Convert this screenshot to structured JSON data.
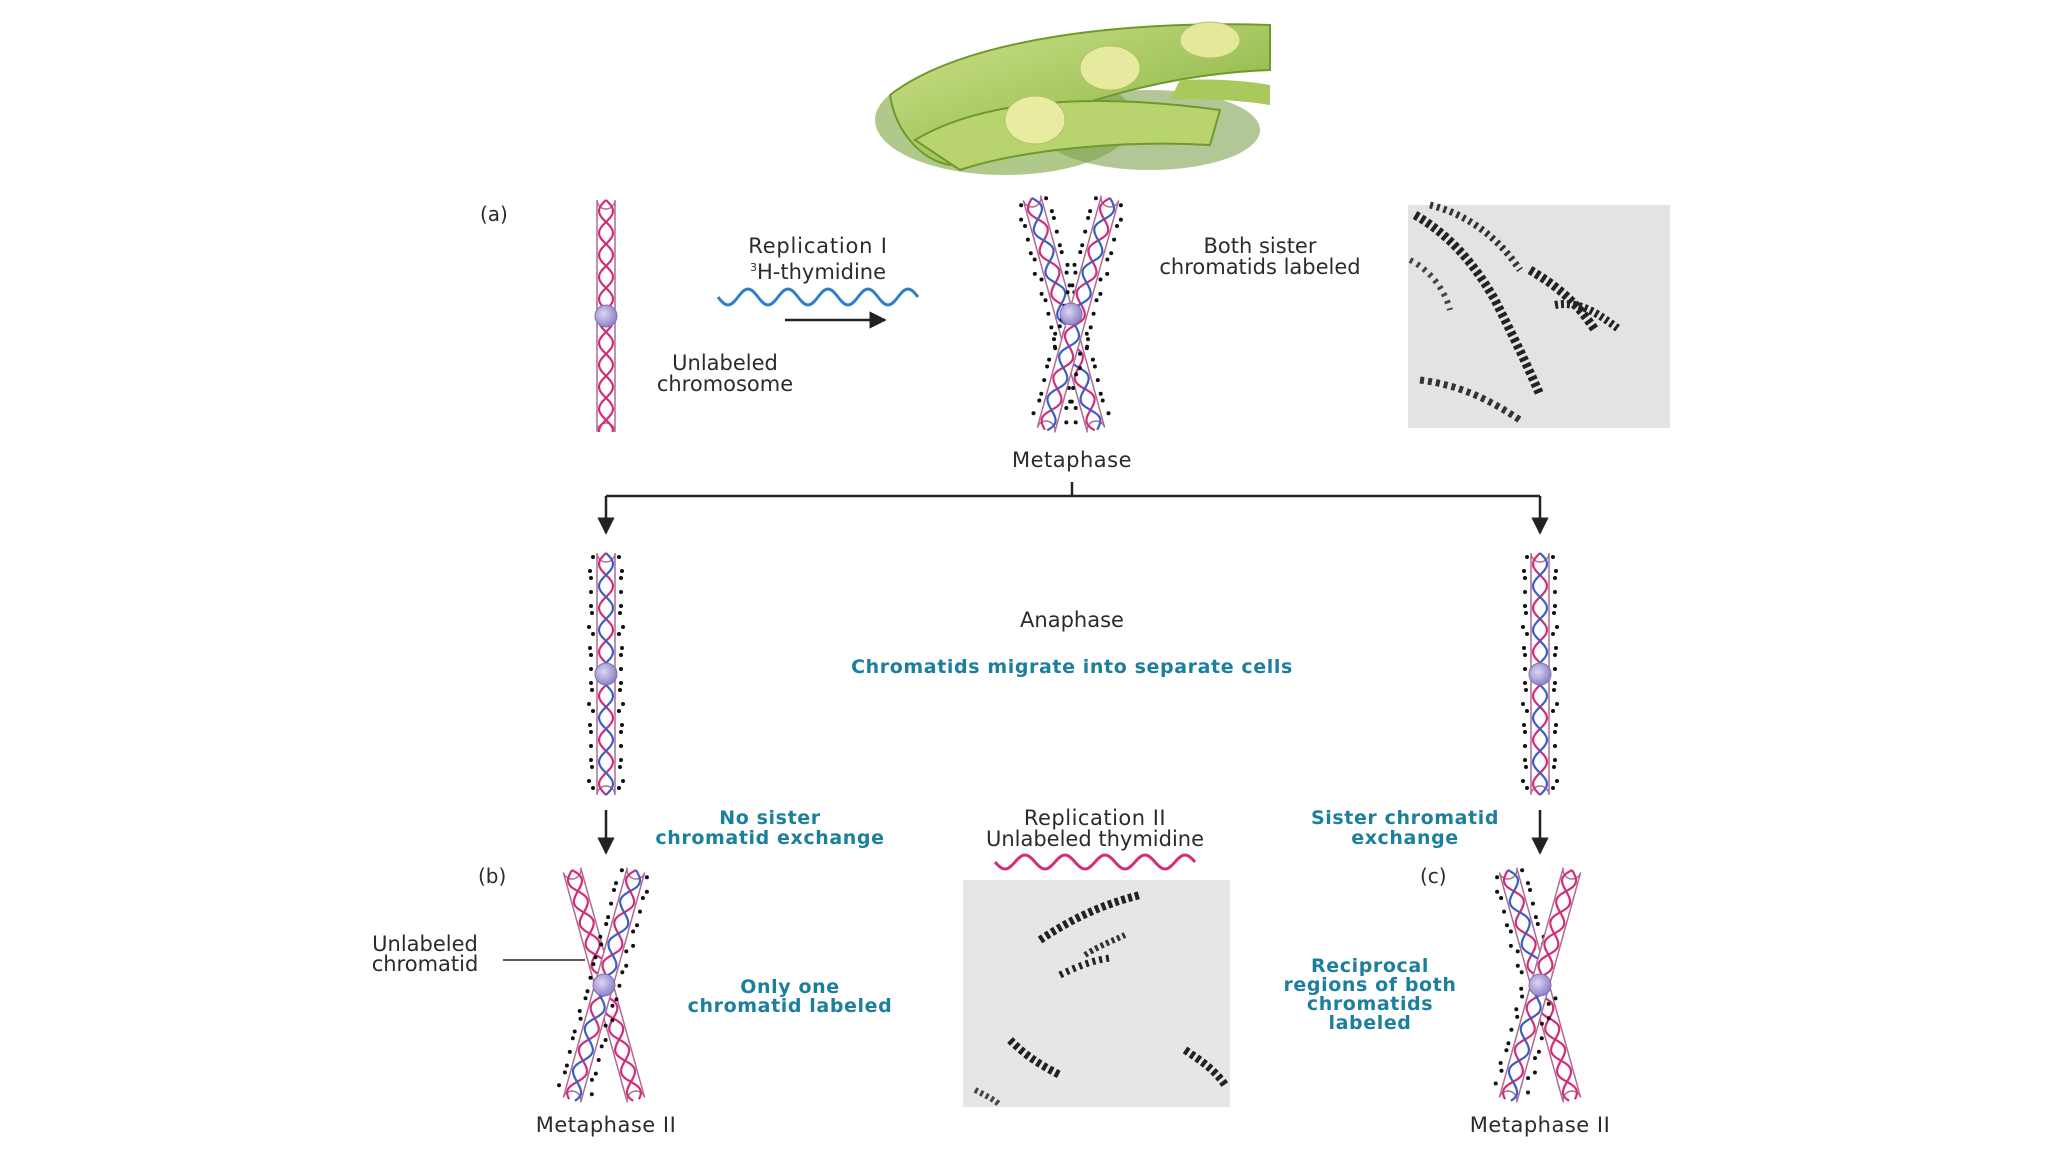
{
  "labels": {
    "panel_a": "(a)",
    "panel_b": "(b)",
    "panel_c": "(c)",
    "replication_one": "Replication I",
    "thymidine_sup": "3",
    "thymidine_one": "H-thymidine",
    "unlabeled_chromosome_1": "Unlabeled",
    "unlabeled_chromosome_2": "chromosome",
    "both_sister_1": "Both sister",
    "both_sister_2": "chromatids labeled",
    "metaphase": "Metaphase",
    "anaphase": "Anaphase",
    "migrate": "Chromatids migrate into separate cells",
    "no_exchange_1": "No sister",
    "no_exchange_2": "chromatid exchange",
    "replication_two_1": "Replication II",
    "replication_two_2": "Unlabeled thymidine",
    "exchange_1": "Sister chromatid",
    "exchange_2": "exchange",
    "unlabeled_chromatid_1": "Unlabeled",
    "unlabeled_chromatid_2": "chromatid",
    "only_one_1": "Only one",
    "only_one_2": "chromatid labeled",
    "reciprocal_1": "Reciprocal",
    "reciprocal_2": "regions of both",
    "reciprocal_3": "chromatids",
    "reciprocal_4": "labeled",
    "metaphase_two_left": "Metaphase II",
    "metaphase_two_right": "Metaphase II"
  },
  "colors": {
    "pink_strand": "#d22d7a",
    "blue_strand": "#3a5fc4",
    "wave_blue": "#2d7fc6",
    "wave_pink": "#d22d7a",
    "teal_text": "#1c7f9e",
    "centromere": "#a99fd6"
  }
}
